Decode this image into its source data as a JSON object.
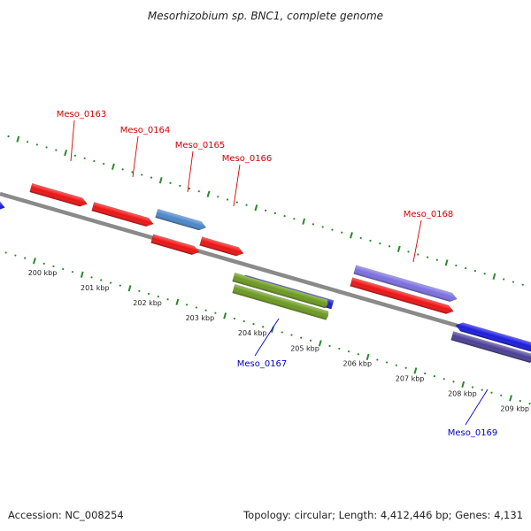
{
  "title": "Mesorhizobium sp. BNC1, complete genome",
  "footer": {
    "accession": "Accession: NC_008254",
    "topology": "Topology: circular; Length: 4,412,446 bp; Genes: 4,131"
  },
  "colors": {
    "backbone": "#8a8a8a",
    "tick_marks": "#2a8a2a",
    "label_forward": "#d40000",
    "label_reverse": "#0000c8"
  },
  "ticks": [
    "200 kbp",
    "201 kbp",
    "202 kbp",
    "203 kbp",
    "204 kbp",
    "205 kbp",
    "206 kbp",
    "207 kbp",
    "208 kbp",
    "209 kbp"
  ],
  "genes": [
    {
      "label": "Meso_0163",
      "strand": "forward",
      "color": "#ee1111"
    },
    {
      "label": "Meso_0164",
      "strand": "forward",
      "color": "#ee1111"
    },
    {
      "label": "Meso_0165",
      "strand": "forward",
      "color": "#4a86c8"
    },
    {
      "label": "Meso_0166",
      "strand": "forward",
      "color": "#ee1111"
    },
    {
      "label": "Meso_0167",
      "strand": "reverse",
      "color": "#6b9a1f"
    },
    {
      "label": "Meso_0168",
      "strand": "forward",
      "color": "#7a6ee0"
    },
    {
      "label": "Meso_0169",
      "strand": "reverse",
      "color": "#4a3e96"
    }
  ]
}
